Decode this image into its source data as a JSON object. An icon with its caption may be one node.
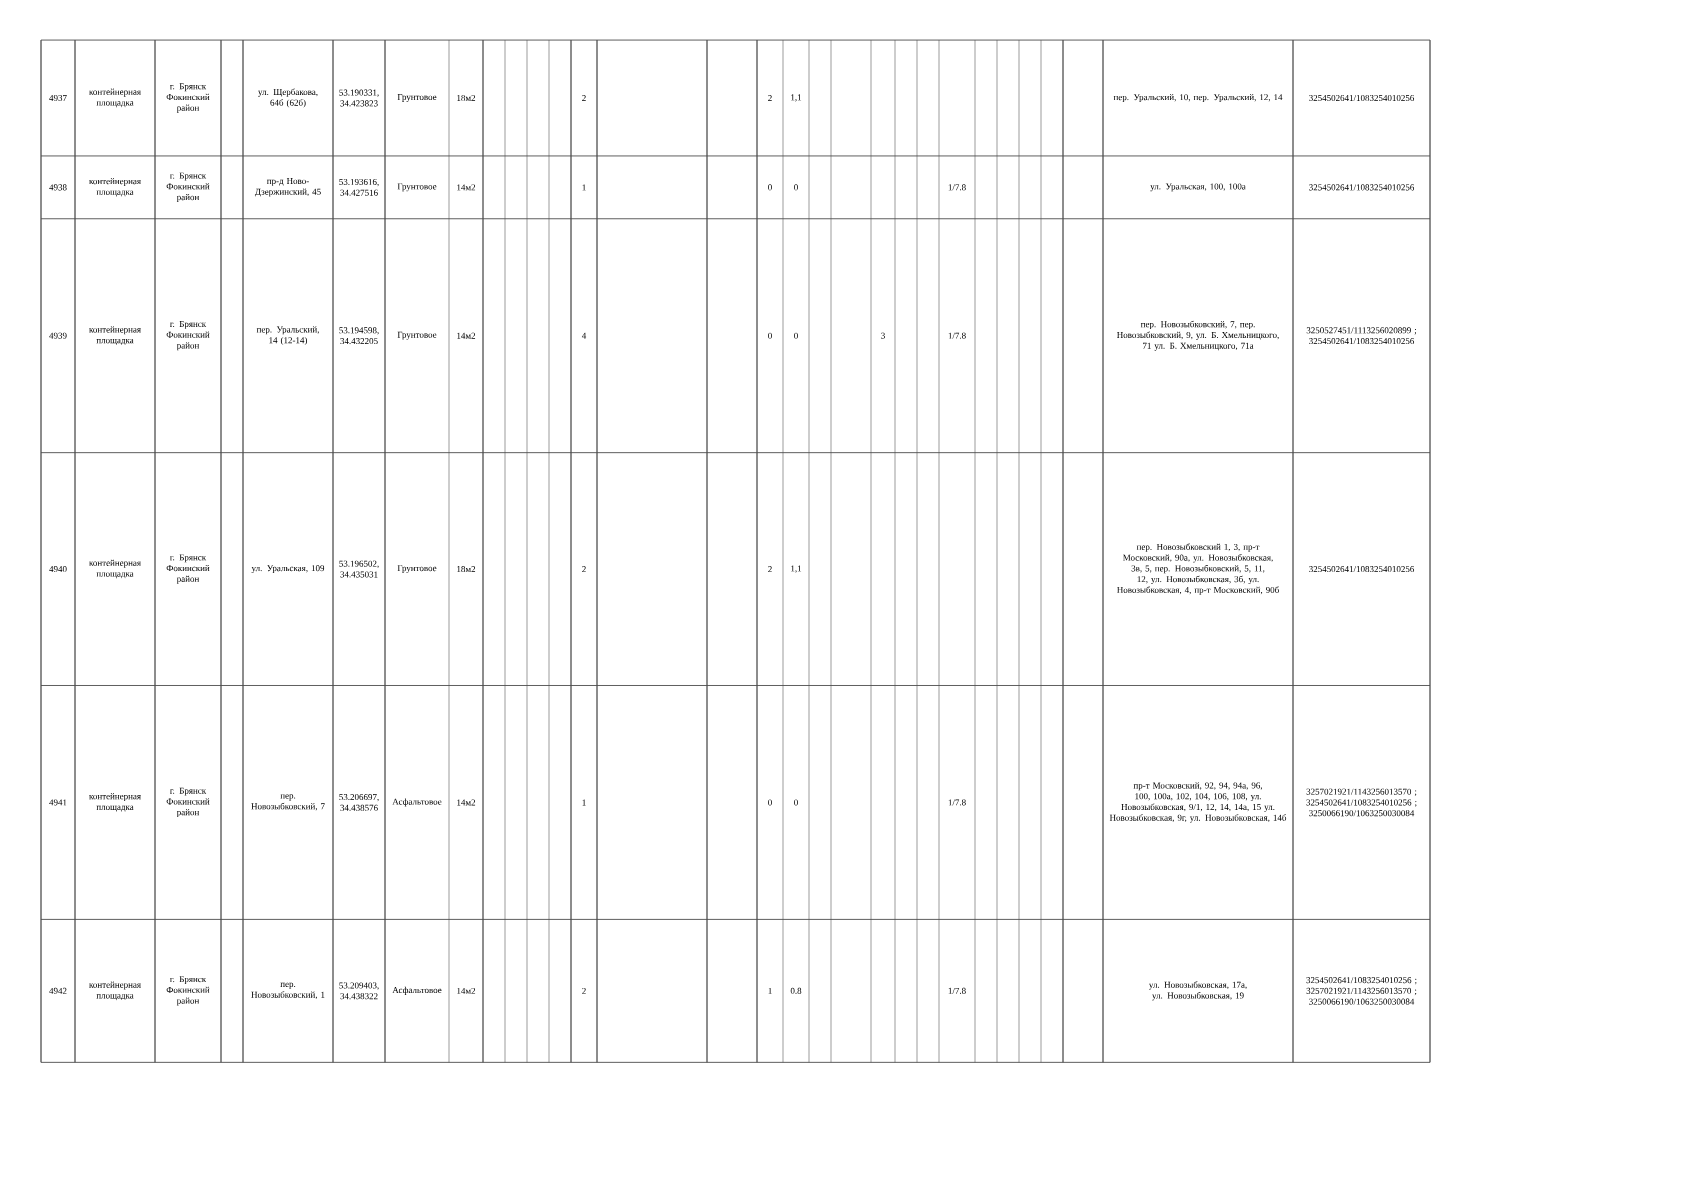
{
  "diagram": {
    "labels": [
      "4937",
      "контейнерная площадка",
      "г. Брянск Фокинский район",
      "ул. Щербакова, 64б (62б)",
      "53.190331, 34.423823",
      "Грунтовое",
      "18м2",
      "2",
      "2",
      "1,1",
      "пер. Уральский, 10, пер. Уральский, 12, 14",
      "3254502641/1083254010256",
      "4938",
      "контейнерная площадка",
      "г. Брянск Фокинский район",
      "пр-д Ново-Дзержинский, 45",
      "53.193616, 34.427516",
      "Грунтовое",
      "14м2",
      "1",
      "0",
      "0",
      "1/7.8",
      "ул. Уральская, 100, 100а",
      "3254502641/1083254010256",
      "4939",
      "контейнерная площадка",
      "г. Брянск Фокинский район",
      "пер. Уральский, 14 (12-14)",
      "53.194598, 34.432205",
      "Грунтовое",
      "14м2",
      "4",
      "0",
      "0",
      "3",
      "1/7.8",
      "пер. Новозыбковский, 7, пер. Новозыбковский, 9, ул. Б. Хмельницкого, 71 ул. Б. Хмельницкого, 71а",
      "3250527451/1113256020899 ; 3254502641/1083254010256",
      "4940",
      "контейнерная площадка",
      "г. Брянск Фокинский район",
      "ул. Уральская, 109",
      "53.196502, 34.435031",
      "Грунтовое",
      "18м2",
      "2",
      "2",
      "1,1",
      "пер. Новозыбковский 1, 3, пр-т Московский, 90а, ул. Новозыбковская, 3в, 5, пер. Новозыбковский, 5, 11, 12, ул. Новозыбковская, 3б, ул. Новозыбковская, 4, пр-т Московский, 90б",
      "3254502641/1083254010256",
      "4941",
      "контейнерная площадка",
      "г. Брянск Фокинский район",
      "пер. Новозыбковский, 7",
      "53.206697, 34.438576",
      "Асфальтовое",
      "14м2",
      "1",
      "0",
      "0",
      "1/7.8",
      "пр-т Московский, 92, 94, 94а, 96, 100, 100а, 102, 104, 106, 108, ул. Новозыбковская, 9/1, 12, 14, 14а, 15 ул. Новозыбковская, 9г, ул. Новозыбковская, 14б",
      "3257021921/1143256013570 ; 3254502641/1083254010256 ; 3250066190/1063250030084",
      "4942",
      "контейнерная площадка",
      "г. Брянск Фокинский район",
      "пер. Новозыбковский, 1",
      "53.209403, 34.438322",
      "Асфальтовое",
      "14м2",
      "2",
      "1",
      "0.8",
      "1/7.8",
      "ул. Новозыбковская, 17а, ул. Новозыбковская, 19",
      "3254502641/1083254010256 ; 3257021921/1143256013570 ; 3250066190/1063250030084"
    ]
  }
}
